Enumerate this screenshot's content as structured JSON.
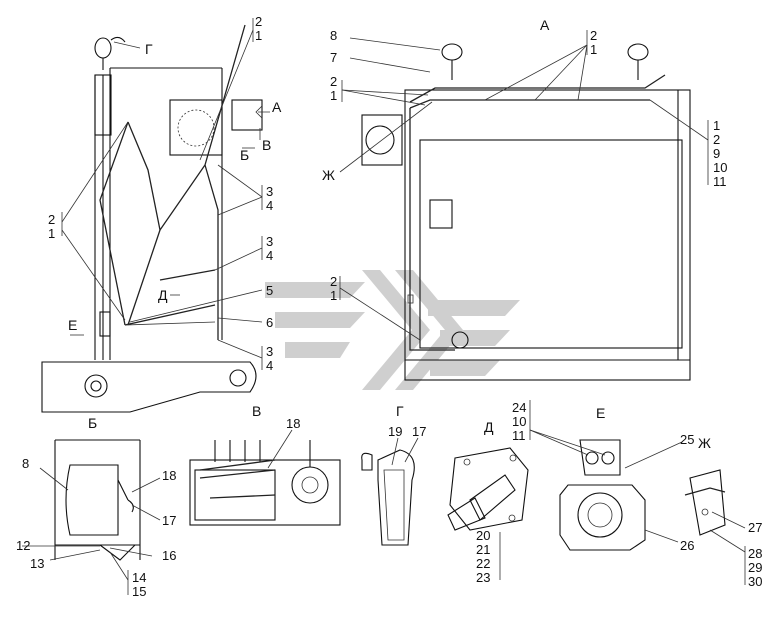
{
  "views": {
    "A": "А",
    "B": "Б",
    "V": "В",
    "G": "Г",
    "D": "Д",
    "E": "Е",
    "Zh": "Ж"
  },
  "callouts": {
    "left_top": [
      "2",
      "1"
    ],
    "left_mid": [
      "2",
      "1"
    ],
    "left_34a": [
      "3",
      "4"
    ],
    "left_34b": [
      "3",
      "4"
    ],
    "left_34c": [
      "3",
      "4"
    ],
    "left_5": "5",
    "left_6": "6",
    "right_8": "8",
    "right_7": "7",
    "right_21": [
      "2",
      "1"
    ],
    "right_top21": [
      "2",
      "1"
    ],
    "right_stack": [
      "1",
      "2",
      "9",
      "10",
      "11"
    ],
    "right_mid21": [
      "2",
      "1"
    ],
    "detB": [
      "8",
      "18",
      "17",
      "12",
      "16",
      "13",
      "14",
      "15"
    ],
    "detV": "18",
    "detG": [
      "19",
      "17"
    ],
    "detD": [
      "20",
      "21",
      "22",
      "23"
    ],
    "detE": [
      "24",
      "10",
      "11",
      "25",
      "26"
    ],
    "detZh": [
      "27",
      "28",
      "29",
      "30"
    ]
  },
  "colors": {
    "line": "#111111",
    "watermark": "#c8c8c8"
  }
}
